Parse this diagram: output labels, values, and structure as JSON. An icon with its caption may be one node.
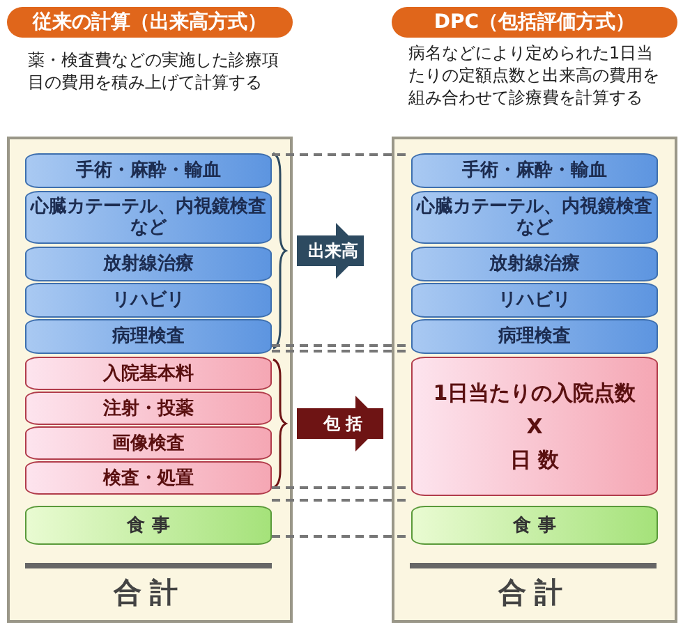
{
  "diagram": {
    "nodes": [
      {
        "text": [
          "従来の計算（出来高方式）",
          "薬・検査費などの実施した診療項目の費用を積み上げて計算する",
          "合計"
        ]
      },
      {
        "text": [
          "手術・麻酔・輸血"
        ],
        "in": 0
      },
      {
        "text": [
          "心臓カテーテル、内視鏡検査など"
        ],
        "in": 0
      },
      {
        "text": [
          "放射線治療"
        ],
        "in": 0
      },
      {
        "text": [
          "リハビリ"
        ],
        "in": 0
      },
      {
        "text": [
          "病理検査"
        ],
        "in": 0
      },
      {
        "text": [
          "入院基本料"
        ],
        "in": 0
      },
      {
        "text": [
          "注射・投薬"
        ],
        "in": 0
      },
      {
        "text": [
          "画像検査"
        ],
        "in": 0
      },
      {
        "text": [
          "検査・処置"
        ],
        "in": 0
      },
      {
        "text": [
          "食 事"
        ],
        "in": 0
      },
      {
        "text": [
          "DPC（包括評価方式）",
          "病名などにより定められた1日当たりの定額点数と出来高の費用を組み合わせて診療費を計算する",
          "合計"
        ]
      },
      {
        "text": [
          "手術・麻酔・輸血"
        ],
        "in": 11
      },
      {
        "text": [
          "心臓カテーテル、内視鏡検査など"
        ],
        "in": 11
      },
      {
        "text": [
          "放射線治療"
        ],
        "in": 11
      },
      {
        "text": [
          "リハビリ"
        ],
        "in": 11
      },
      {
        "text": [
          "病理検査"
        ],
        "in": 11
      },
      {
        "text": [
          "1日当たりの入院点数",
          "X",
          "日 数"
        ],
        "in": 11
      },
      {
        "text": [
          "食 事"
        ],
        "in": 11
      }
    ],
    "edges": [
      {
        "from": 0,
        "to": 11,
        "arrow": "to",
        "label": "出来高",
        "style": "thick",
        "color": "#2d4a60"
      },
      {
        "from": 0,
        "to": 17,
        "arrow": "to",
        "label": "包 括",
        "style": "thick",
        "color": "#6e1414"
      },
      {
        "from": 1,
        "to": 12,
        "arrow": "none",
        "style": "dashed"
      },
      {
        "from": 5,
        "to": 16,
        "arrow": "none",
        "style": "dashed"
      },
      {
        "from": 6,
        "to": 17,
        "arrow": "none",
        "style": "dashed"
      },
      {
        "from": 9,
        "to": 17,
        "arrow": "none",
        "style": "dashed"
      },
      {
        "from": 10,
        "to": 18,
        "arrow": "none",
        "style": "dashed"
      },
      {
        "from": 10,
        "to": 18,
        "arrow": "none",
        "style": "dashed"
      }
    ]
  }
}
